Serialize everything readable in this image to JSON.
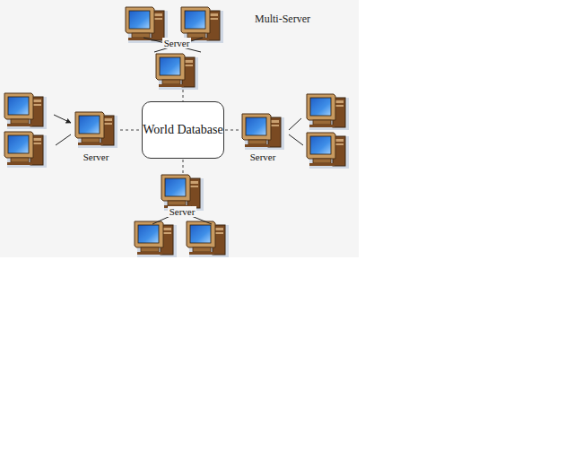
{
  "diagram": {
    "nodes": [
      {
        "text": [
          "Server"
        ]
      },
      {
        "text": [
          "Server"
        ]
      },
      {
        "text": [
          "World Database"
        ]
      },
      {
        "text": [
          "Server"
        ]
      },
      {
        "text": [
          "Server"
        ]
      }
    ],
    "edges": [
      {
        "from": 0,
        "to": 2,
        "arrow": "none"
      },
      {
        "from": 1,
        "to": 2,
        "arrow": "none"
      },
      {
        "from": 3,
        "to": 2,
        "arrow": "none"
      },
      {
        "from": 4,
        "to": 2,
        "arrow": "none"
      }
    ],
    "labels": [
      "Multi-Server"
    ]
  }
}
